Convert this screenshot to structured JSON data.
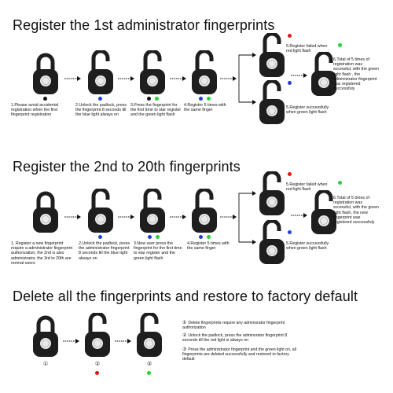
{
  "colors": {
    "blue": "#1f3fd8",
    "green": "#29d23a",
    "red": "#e0161c",
    "black": "#111111",
    "lock_body": "#1e1e1e",
    "lock_face": "#e9e9e9"
  },
  "icons": {
    "lock_closed": "padlock-closed-icon",
    "lock_open": "padlock-open-icon",
    "arrow": "right-arrow-icon"
  },
  "section1": {
    "title": "Register the 1st administrator fingerprints",
    "steps": [
      "1.Please avoid accidental registration when the first fingerprint registration",
      "2.Unlock the padlock, press the fingerprint 8 seconds till the blue light always on",
      "3.Press the fingerprint for the first time to star register and the green light flash",
      "4.Register 5 times with the same finger"
    ],
    "failed": "5.Register failed when red light flash",
    "success": "5.Register successfully when green light flash",
    "total": "6.Total of 5 times of registration was sccessful, with the green light flash , the administrator fingerprint was registered successfuly"
  },
  "section2": {
    "title": "Register the 2nd to 20th fingerprints",
    "steps": [
      "1. Register a new fingerprint require a administrator fingerprint authorization, the 2nd is also administrator, the 3rd to 20th are normal users",
      "2.Unlock the padlock, press the administrator fingerprint 8 seconds till the blue light always on",
      "3.New user press the fingerprint for the first time to star register and the green light flash",
      "4.Register 5 times with the same finger"
    ],
    "failed": "5.Register failed when red light flash",
    "success": "5.Register successfully when green light flash",
    "total": "6.Total of 5 times of registration was sccessful, with the green light flash, the new fingerprint was registered successfuly"
  },
  "section3": {
    "title": "Delete all the fingerprints and restore to factory default",
    "markers": [
      "①",
      "②",
      "③"
    ],
    "notes": [
      {
        "num": "①",
        "text": "Delete fingerprints require any adminsrator fingerprint authorization"
      },
      {
        "num": "②",
        "text": "Unlock the padlock, press the adminsrator fingerprint 8 seconds till the red light is always on"
      },
      {
        "num": "③",
        "text": "Press the administrator fingerprint and the green light on, all fingerprints are deleted successfully and restored to factory default"
      }
    ]
  }
}
